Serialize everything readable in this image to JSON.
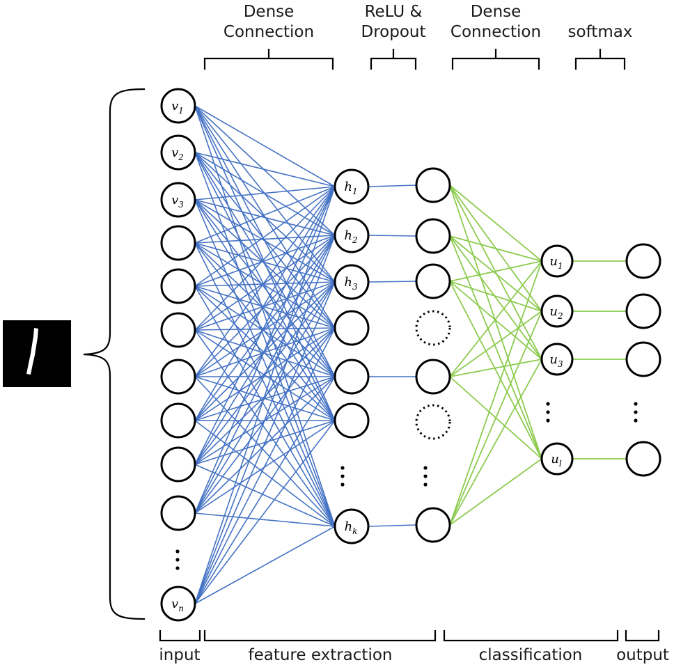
{
  "header_labels": {
    "dense_connection_1_line1": "Dense",
    "dense_connection_1_line2": "Connection",
    "relu_dropout_line1": "ReLU &",
    "relu_dropout_line2": "Dropout",
    "dense_connection_2_line1": "Dense",
    "dense_connection_2_line2": "Connection",
    "softmax": "softmax"
  },
  "footer_labels": {
    "input": "input",
    "feature_extraction": "feature extraction",
    "classification": "classification",
    "output": "output"
  },
  "input_nodes": [
    {
      "var": "v",
      "sub": "1"
    },
    {
      "var": "v",
      "sub": "2"
    },
    {
      "var": "v",
      "sub": "3"
    },
    {
      "var": "",
      "sub": ""
    },
    {
      "var": "",
      "sub": ""
    },
    {
      "var": "",
      "sub": ""
    },
    {
      "var": "",
      "sub": ""
    },
    {
      "var": "",
      "sub": ""
    },
    {
      "var": "",
      "sub": ""
    },
    {
      "var": "",
      "sub": ""
    },
    {
      "var": "v",
      "sub": "n"
    }
  ],
  "hidden_nodes": [
    {
      "var": "h",
      "sub": "1"
    },
    {
      "var": "h",
      "sub": "2"
    },
    {
      "var": "h",
      "sub": "3"
    },
    {
      "var": "",
      "sub": ""
    },
    {
      "var": "",
      "sub": ""
    },
    {
      "var": "",
      "sub": ""
    },
    {
      "var": "h",
      "sub": "k"
    }
  ],
  "dropout_nodes": [
    {
      "dropped": false
    },
    {
      "dropped": false
    },
    {
      "dropped": false
    },
    {
      "dropped": true
    },
    {
      "dropped": false
    },
    {
      "dropped": true
    },
    {
      "dropped": false
    }
  ],
  "class_nodes": [
    {
      "var": "u",
      "sub": "1"
    },
    {
      "var": "u",
      "sub": "2"
    },
    {
      "var": "u",
      "sub": "3"
    },
    {
      "var": "u",
      "sub": "l"
    }
  ],
  "output_node_count": 4,
  "colors": {
    "feature_edges": "#4472C4",
    "classification_edges": "#8CCB4E",
    "input_image_bg": "#000000",
    "stroke": "#000000"
  }
}
